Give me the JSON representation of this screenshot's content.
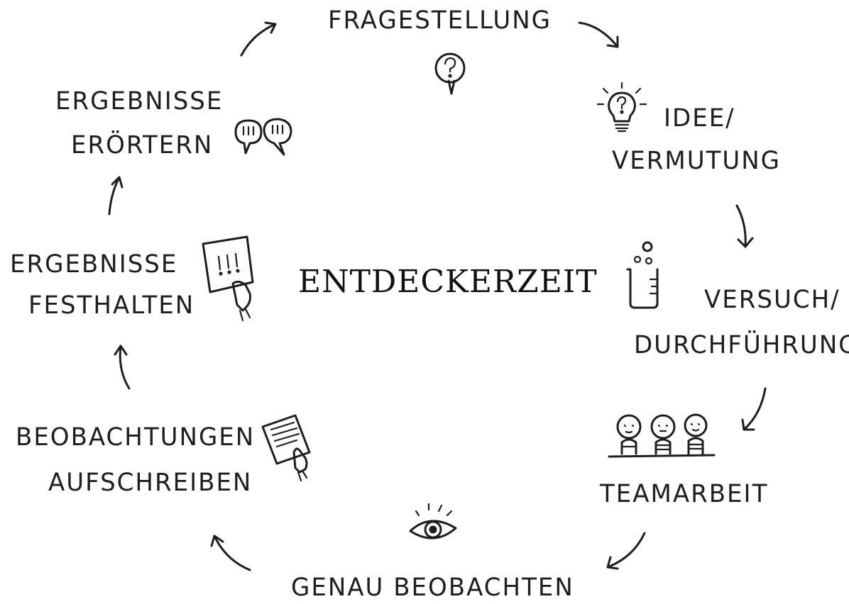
{
  "center_title": "ENTDECKERZEIT",
  "steps": [
    {
      "label_lines": [
        "FRAGESTELLUNG"
      ],
      "icon": "question-bubble-icon"
    },
    {
      "label_lines": [
        "IDEE/",
        "VERMUTUNG"
      ],
      "icon": "lightbulb-icon"
    },
    {
      "label_lines": [
        "VERSUCH/",
        "DURCHFÜHRUNG"
      ],
      "icon": "beaker-icon"
    },
    {
      "label_lines": [
        "TEAMARBEIT"
      ],
      "icon": "team-people-icon"
    },
    {
      "label_lines": [
        "GENAU BEOBACHTEN"
      ],
      "icon": "eye-icon"
    },
    {
      "label_lines": [
        "BEOBACHTUNGEN",
        "AUFSCHREIBEN"
      ],
      "icon": "writing-paper-icon"
    },
    {
      "label_lines": [
        "ERGEBNISSE",
        "FESTHALTEN"
      ],
      "icon": "note-paper-icon"
    },
    {
      "label_lines": [
        "ERGEBNISSE",
        "ERÖRTERN"
      ],
      "icon": "speech-bubbles-icon"
    }
  ]
}
